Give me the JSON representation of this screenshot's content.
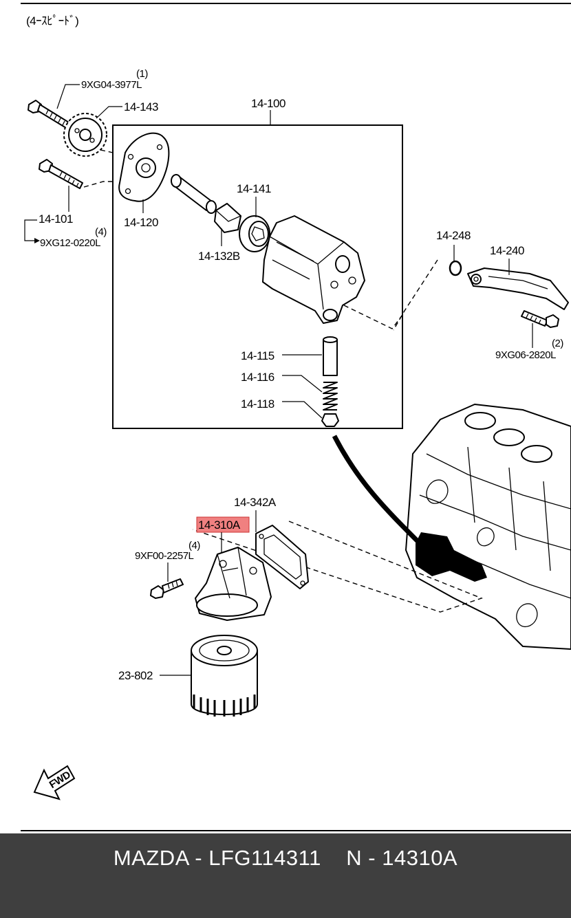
{
  "header": {
    "note": "(4ｰｽﾋﾟｰﾄﾞ)"
  },
  "labels": {
    "bolt_qty_1": "(1)",
    "bolt_1": "9XG04-3977L",
    "gear": "14-143",
    "assembly": "14-100",
    "plate": "14-120",
    "rotor": "14-141",
    "shaft_bush": "14-132B",
    "bolt_group": "14-101",
    "bolt_qty_2": "(4)",
    "bolt_2": "9XG12-0220L",
    "valve": "14-115",
    "spring": "14-116",
    "plug": "14-118",
    "ring": "14-248",
    "chain_guide": "14-240",
    "bolt_qty_3": "(2)",
    "bolt_3": "9XG06-2820L",
    "gasket": "14-342A",
    "filter_body": "14-310A",
    "bolt_qty_4": "(4)",
    "bolt_4": "9XF00-2257L",
    "oil_filter": "23-802",
    "fwd": "FWD"
  },
  "highlight": {
    "part": "14-310A",
    "color": "#f08080"
  },
  "footer": {
    "text": "MAZDA - LFG114311    N - 14310A",
    "background": "#3f3f3f"
  }
}
